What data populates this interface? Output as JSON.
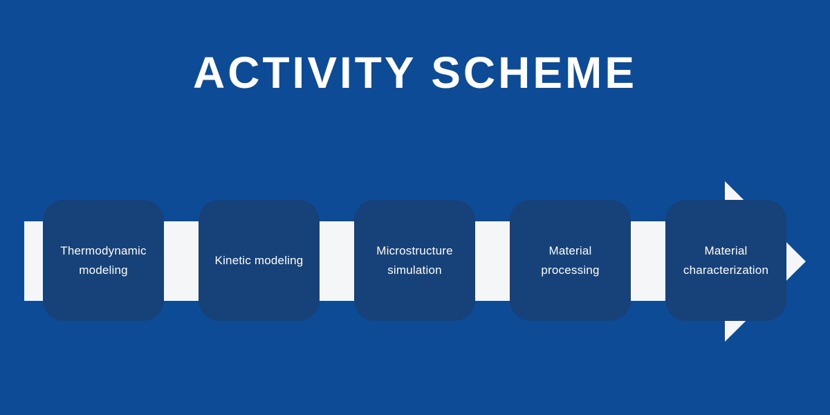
{
  "title": "ACTIVITY SCHEME",
  "colors": {
    "background": "#0d4b96",
    "box": "#164179",
    "arrow": "#f4f6f8",
    "text": "#ffffff"
  },
  "flow": {
    "direction": "left-to-right",
    "steps": [
      {
        "label": "Thermodynamic modeling"
      },
      {
        "label": "Kinetic modeling"
      },
      {
        "label": "Microstructure simulation"
      },
      {
        "label": "Material processing"
      },
      {
        "label": "Material characterization"
      }
    ]
  }
}
